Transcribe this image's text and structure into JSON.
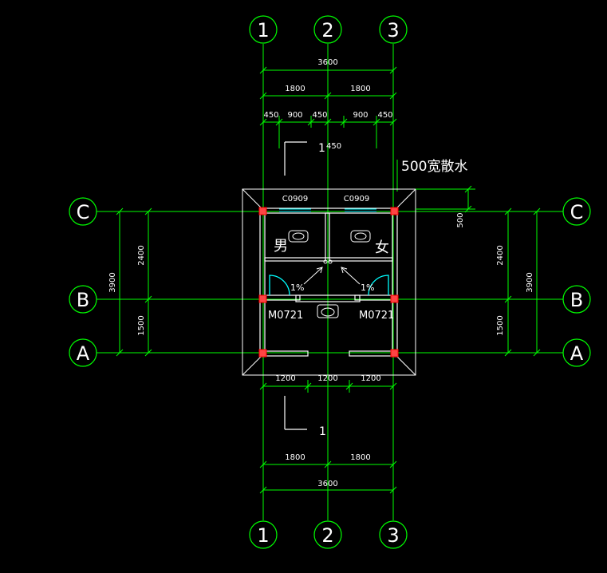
{
  "colors": {
    "background": "#000000",
    "axis": "#00ff00",
    "dimension": "#00ff00",
    "wall": "#ffffff",
    "wall_line": "#ff0000",
    "door": "#00ffff",
    "window": "#00ffff",
    "text": "#ffffff",
    "column": "#ff0000"
  },
  "axes": {
    "vertical": [
      "1",
      "2",
      "3"
    ],
    "horizontal": [
      "C",
      "B",
      "A"
    ]
  },
  "dims": {
    "top_total": "3600",
    "top_half_1": "1800",
    "top_half_2": "1800",
    "top_segs": [
      "450",
      "900",
      "450",
      "900",
      "450"
    ],
    "top_cut": "1",
    "top_cut_offset": "450",
    "bottom_segs": [
      "1200",
      "1200",
      "1200"
    ],
    "bottom_cut": "1",
    "bottom_half_1": "1800",
    "bottom_half_2": "1800",
    "bottom_total": "3600",
    "left_upper": "2400",
    "left_lower": "1500",
    "left_total": "3900",
    "right_upper": "2400",
    "right_lower": "1500",
    "right_total": "3900",
    "apron_width": "500"
  },
  "labels": {
    "apron": "500宽散水",
    "window_left": "C0909",
    "window_right": "C0909",
    "room_male": "男",
    "room_female": "女",
    "slope_left": "1%",
    "slope_right": "1%",
    "door_left": "M0721",
    "door_right": "M0721"
  }
}
